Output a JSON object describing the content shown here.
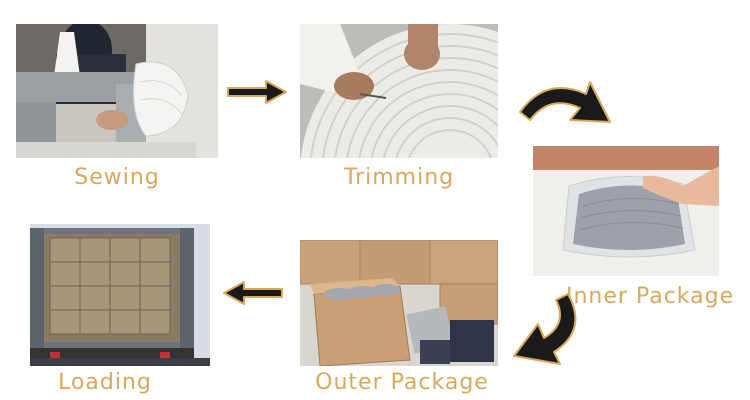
{
  "steps": {
    "sewing": {
      "label": "Sewing",
      "photo_icon": "sewing-machine-photo"
    },
    "trimming": {
      "label": "Trimming",
      "photo_icon": "rope-mat-trimming-photo"
    },
    "inner_package": {
      "label": "Inner Package",
      "photo_icon": "plastic-bag-photo"
    },
    "outer_package": {
      "label": "Outer Package",
      "photo_icon": "carton-box-photo"
    },
    "loading": {
      "label": "Loading",
      "photo_icon": "shipping-container-photo"
    }
  },
  "colors": {
    "label": "#d9a85c",
    "arrow_fill": "#1a1a1a",
    "arrow_outline": "#d9a85c"
  }
}
